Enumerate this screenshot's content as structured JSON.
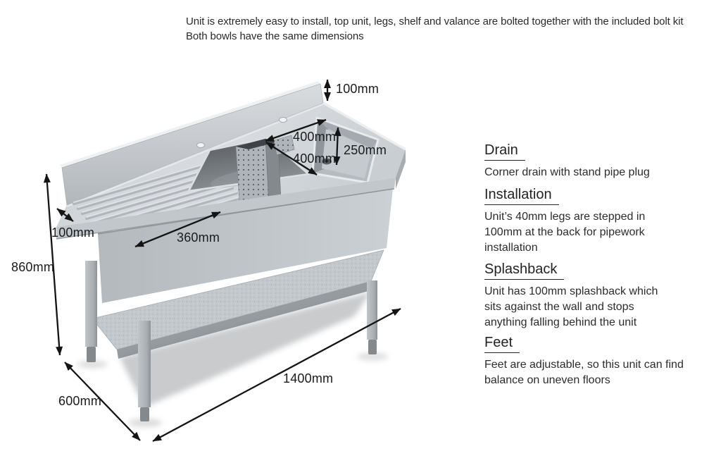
{
  "intro": {
    "line1": "Unit is extremely easy to install, top unit, legs, shelf and valance are bolted together with the included bolt kit",
    "line2": "Both bowls have the same dimensions"
  },
  "dimensions": {
    "splashback_height": "100mm",
    "bowl_width": "400mm",
    "bowl_length": "400mm",
    "bowl_depth": "250mm",
    "drainer_length": "360mm",
    "back_leg_inset": "100mm",
    "unit_height": "860mm",
    "unit_depth": "600mm",
    "unit_length": "1400mm"
  },
  "notes": [
    {
      "heading": "Drain",
      "body": "Corner drain with stand pipe plug"
    },
    {
      "heading": "Installation",
      "body": "Unit’s 40mm legs are stepped in 100mm at the back for pipework installation"
    },
    {
      "heading": "Splashback",
      "body": "Unit has 100mm splashback which sits against the wall and stops anything falling behind the unit"
    },
    {
      "heading": "Feet",
      "body": "Feet are adjustable, so this unit can find balance on uneven floors"
    }
  ],
  "colors": {
    "steel_light": "#dde0e3",
    "steel_mid": "#bfc4c9",
    "steel_dark": "#8d9297",
    "bowl_shadow": "#5b6065",
    "annotation_line": "#141414",
    "text": "#232323"
  }
}
